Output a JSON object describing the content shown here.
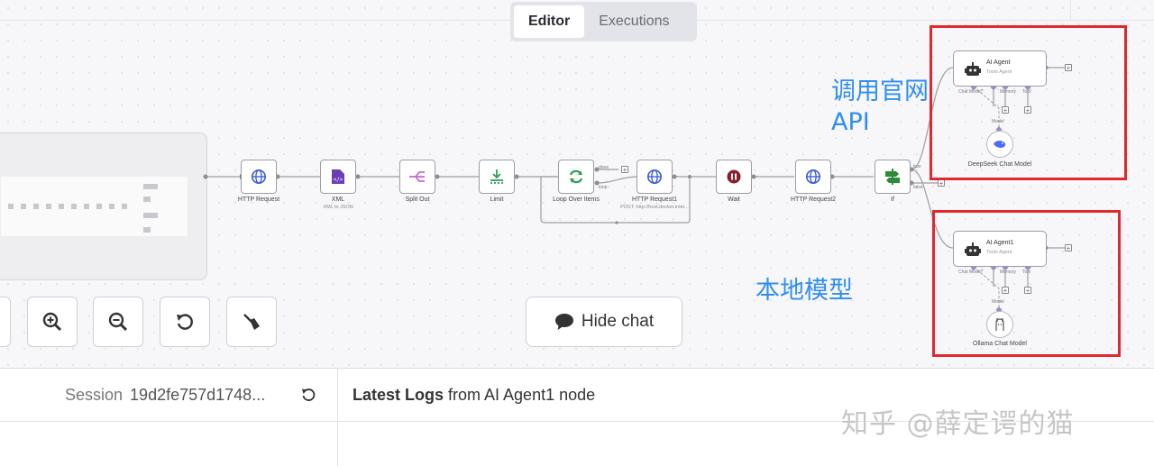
{
  "header": {
    "tabs": [
      {
        "label": "Editor",
        "active": true
      },
      {
        "label": "Executions",
        "active": false
      }
    ]
  },
  "workflow": {
    "nodes": [
      {
        "label": "HTTP Request",
        "sub": "",
        "icon": "globe-icon"
      },
      {
        "label": "XML",
        "sub": "XML to JSON",
        "icon": "xml-file-icon"
      },
      {
        "label": "Split Out",
        "sub": "",
        "icon": "split-icon"
      },
      {
        "label": "Limit",
        "sub": "",
        "icon": "limit-icon"
      },
      {
        "label": "Loop Over Items",
        "sub": "",
        "icon": "loop-icon"
      },
      {
        "label": "HTTP Request1",
        "sub": "POST: http://host.docker.inter...",
        "icon": "globe-icon"
      },
      {
        "label": "Wait",
        "sub": "",
        "icon": "pause-icon"
      },
      {
        "label": "HTTP Request2",
        "sub": "",
        "icon": "globe-icon"
      },
      {
        "label": "If",
        "sub": "",
        "icon": "if-icon"
      }
    ],
    "agents": [
      {
        "name": "AI Agent",
        "sub": "Tools Agent",
        "model": "DeepSeek Chat Model"
      },
      {
        "name": "AI Agent1",
        "sub": "Tools Agent",
        "model": "Ollama Chat Model"
      }
    ],
    "ports": {
      "chat_model": "Chat Model*",
      "memory": "Memory",
      "tool": "Tool",
      "model": "Model"
    },
    "if_outputs": {
      "true": "true",
      "false": "false"
    }
  },
  "annotations": {
    "official_api_line1": "调用官网",
    "official_api_line2": "API",
    "local_model": "本地模型"
  },
  "toolbar": {
    "hide_chat_label": "Hide chat"
  },
  "chat": {
    "session_label": "Session",
    "session_id": "19d2fe757d1748...",
    "logs_prefix": "Latest Logs",
    "logs_suffix": " from AI Agent1 node"
  },
  "watermark": "知乎 @薛定谔的猫",
  "colors": {
    "accent_red": "#e0282f",
    "annotation_blue": "#2f8ef3",
    "node_border": "#9c9ca6"
  }
}
